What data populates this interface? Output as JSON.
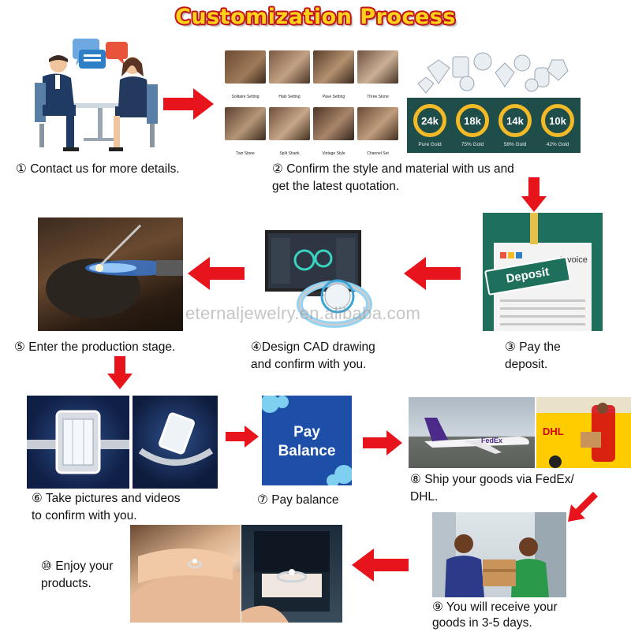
{
  "title": "Customization Process",
  "watermark": "eternaljewelry.en.alibaba.com",
  "steps": [
    {
      "text": "① Contact us for more details."
    },
    {
      "line1": "② Confirm the style and material with us and",
      "line2": "get the latest quotation."
    },
    {
      "line1": "③ Pay the",
      "line2": "deposit."
    },
    {
      "line1": "④Design CAD drawing",
      "line2": "and confirm with you."
    },
    {
      "text": "⑤ Enter the production stage."
    },
    {
      "line1": "⑥ Take pictures and videos",
      "line2": "to confirm with you."
    },
    {
      "text": "⑦ Pay balance"
    },
    {
      "line1": "⑧ Ship your goods via FedEx/",
      "line2": "DHL."
    },
    {
      "line1": "⑨ You will receive your",
      "line2": "goods in 3-5 days."
    },
    {
      "line1": "⑩ Enjoy your",
      "line2": "products."
    }
  ],
  "styles": [
    "Solitaire Setting",
    "Halo Setting",
    "Pave Setting",
    "Three Stone",
    "Two Stone",
    "Split Shank",
    "Vintage Style",
    "Channel Set"
  ],
  "gold": [
    {
      "karat": "24k",
      "label": "Pure Gold"
    },
    {
      "karat": "18k",
      "label": "75% Gold"
    },
    {
      "karat": "14k",
      "label": "58% Gold"
    },
    {
      "karat": "10k",
      "label": "42% Gold"
    }
  ],
  "invoice": {
    "deposit": "Deposit",
    "invoice": "Invoice"
  },
  "balance": {
    "line1": "Pay",
    "line2": "Balance"
  },
  "shipping": {
    "fedex": "FedEx",
    "dhl": "DHL"
  },
  "colors": {
    "arrow": "#e8141c",
    "title_fill": "#ffd21a",
    "title_outline": "#c0151d",
    "deposit_green": "#1e6f5c",
    "balance_blue": "#1e4fa8"
  }
}
